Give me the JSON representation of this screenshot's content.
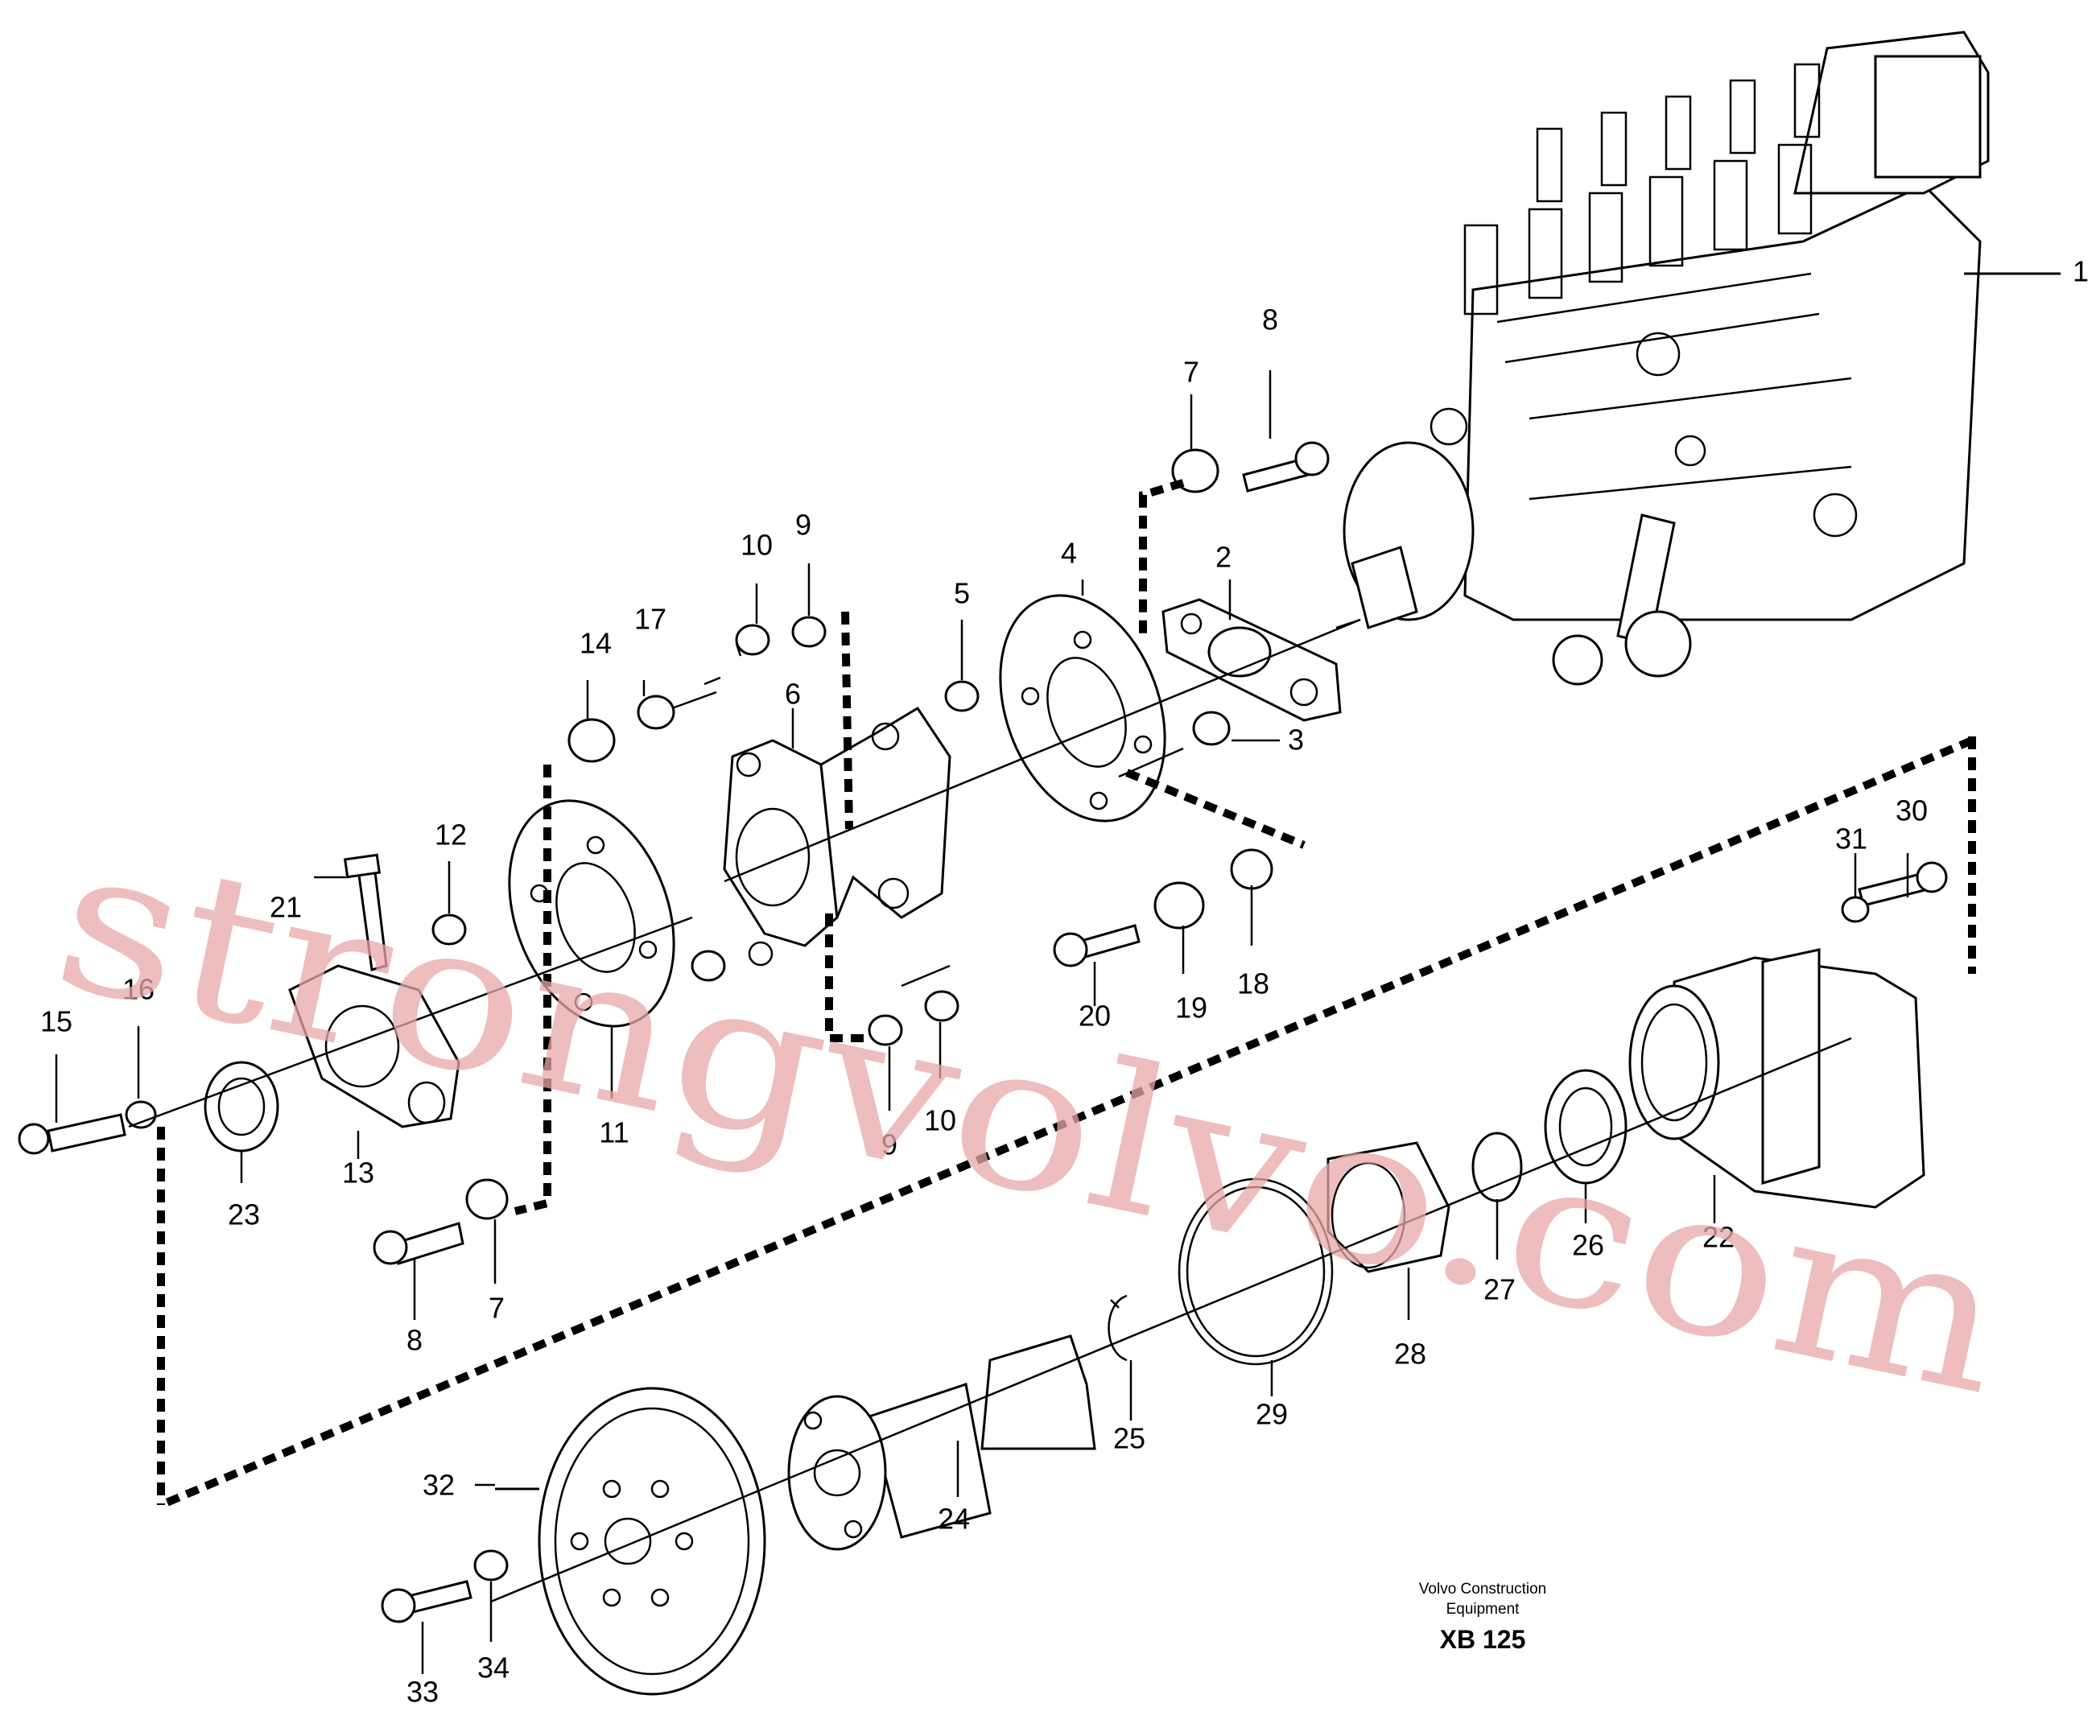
{
  "labels": [
    "1",
    "2",
    "3",
    "4",
    "5",
    "6",
    "7",
    "8",
    "9",
    "10",
    "11",
    "12",
    "13",
    "14",
    "15",
    "16",
    "17",
    "18",
    "19",
    "20",
    "21",
    "22",
    "23",
    "24",
    "25",
    "26",
    "27",
    "28",
    "29",
    "30",
    "31",
    "32",
    "33",
    "34"
  ],
  "extra_labels": [
    "7",
    "8",
    "9",
    "10"
  ],
  "footer": {
    "line1": "Volvo Construction",
    "line2": "Equipment",
    "code": "XB 125"
  },
  "watermark": "strongvolvo.com",
  "colors": {
    "ink": "#000000",
    "watermark": "#e9a8a8",
    "background": "#ffffff"
  }
}
